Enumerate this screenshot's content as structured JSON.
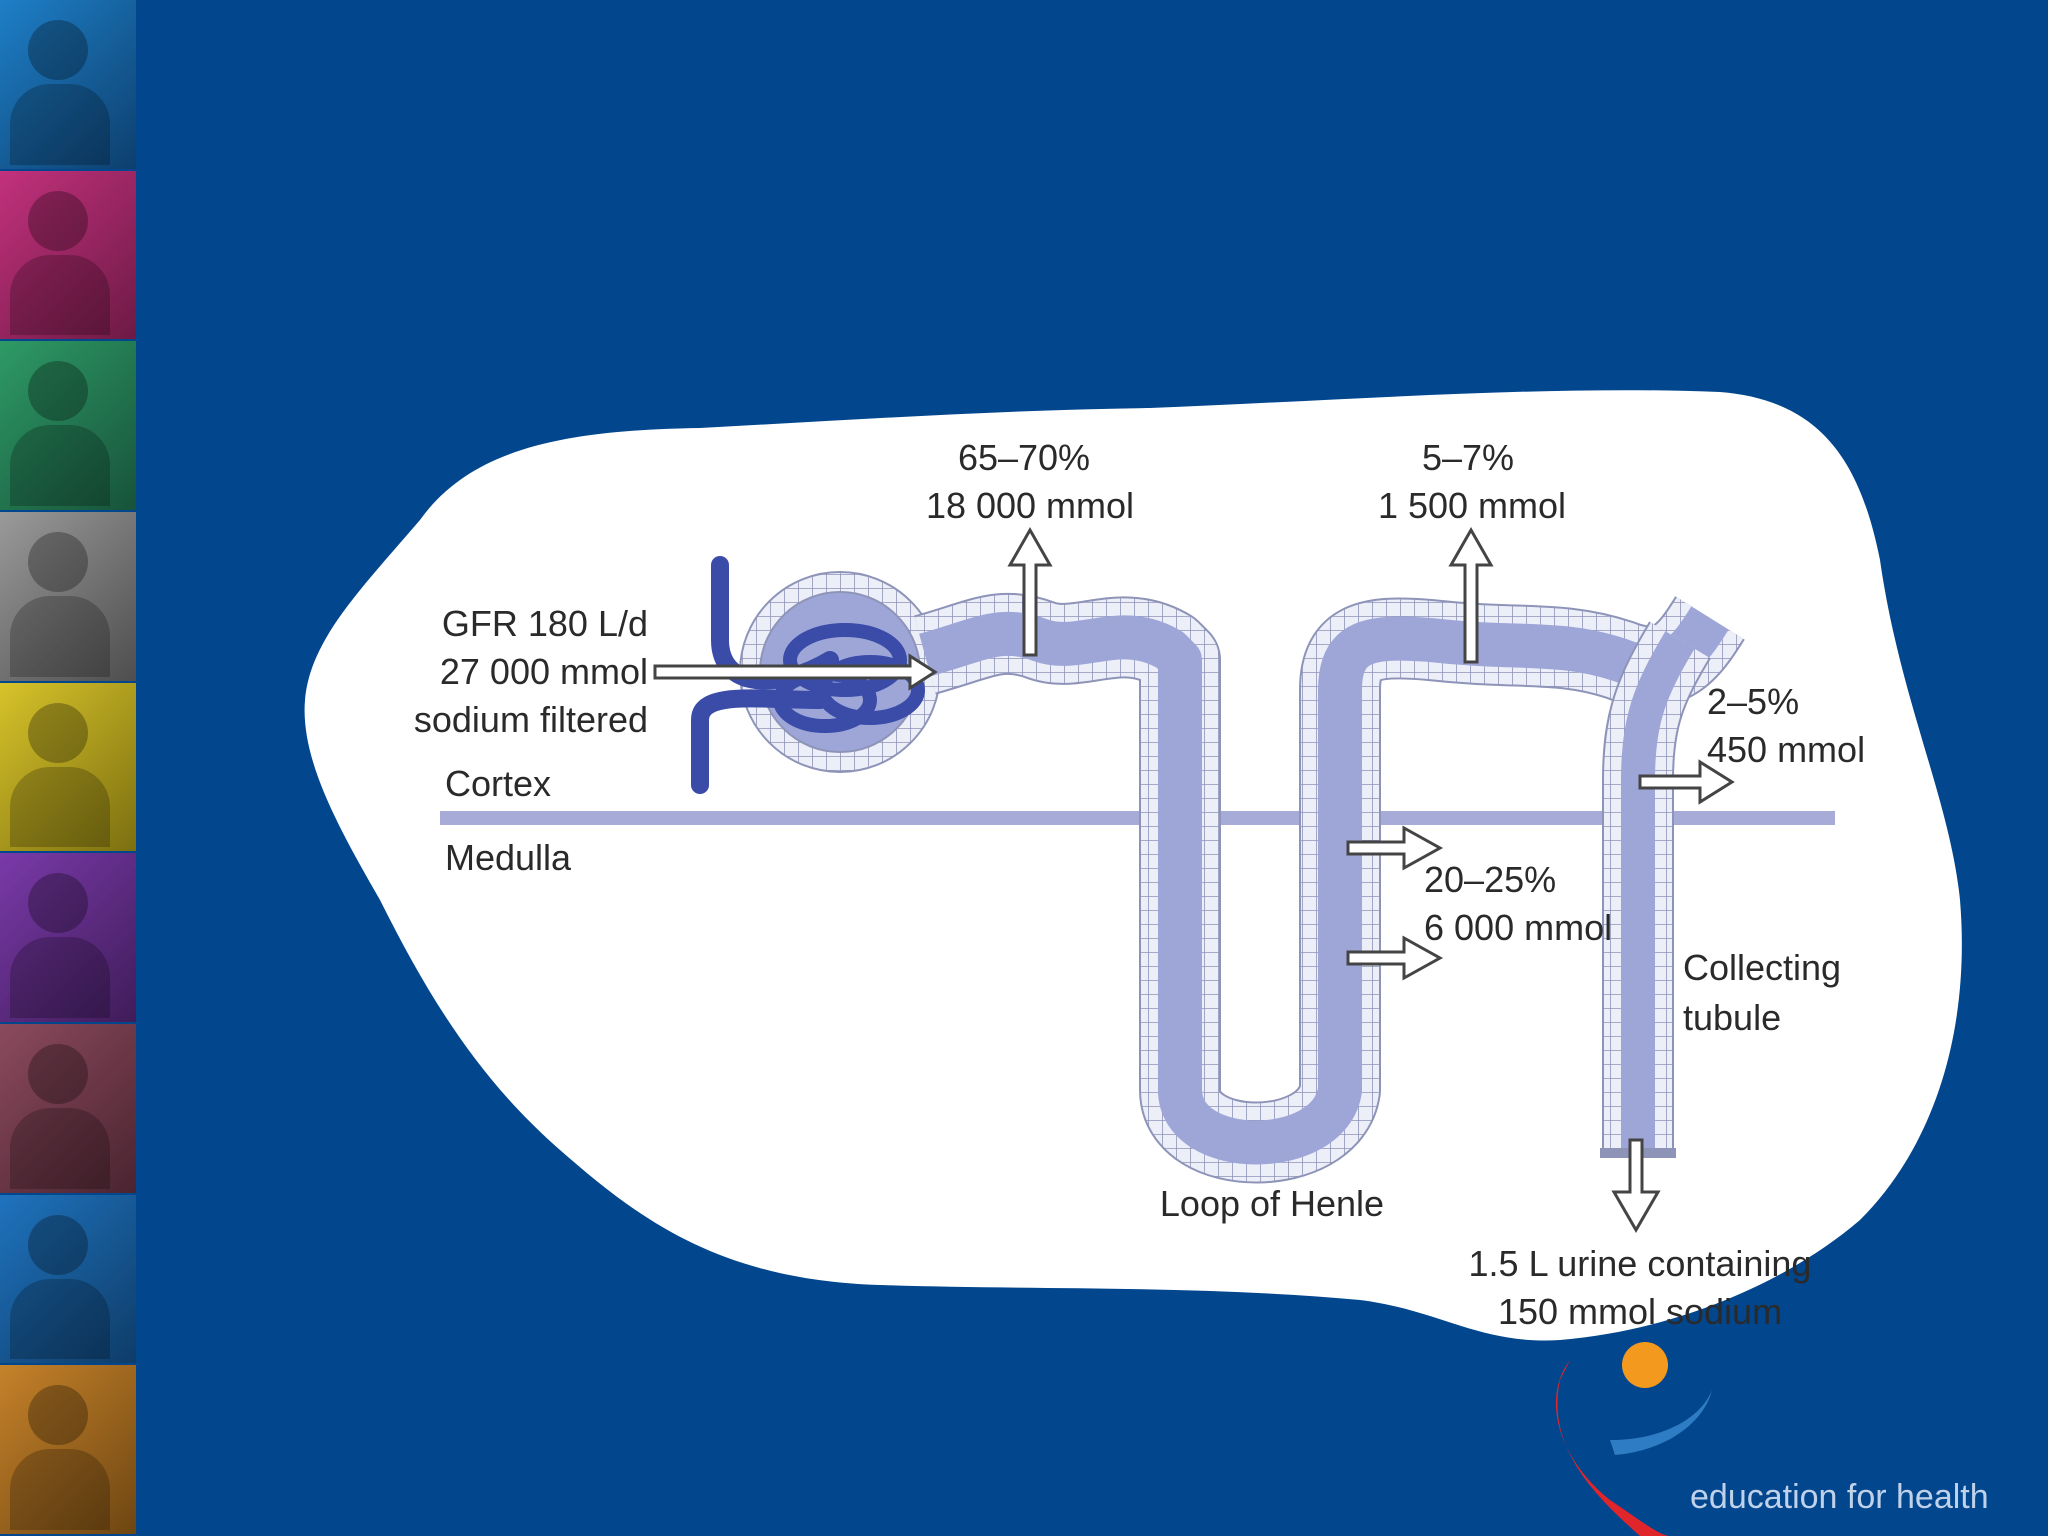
{
  "photo_strip": {
    "tiles": [
      {
        "color": "#1E7FC7",
        "accent": "#0d3f6e"
      },
      {
        "color": "#C2317D",
        "accent": "#6d1a45"
      },
      {
        "color": "#2E9A66",
        "accent": "#17533a"
      },
      {
        "color": "#9A9A9A",
        "accent": "#4e4e4e"
      },
      {
        "color": "#D7C32A",
        "accent": "#7c6f10"
      },
      {
        "color": "#7A3AA9",
        "accent": "#3f1c59"
      },
      {
        "color": "#8B4A5E",
        "accent": "#4a2430"
      },
      {
        "color": "#1F73BE",
        "accent": "#0e3c68"
      },
      {
        "color": "#C5822A",
        "accent": "#6e4612"
      }
    ]
  },
  "diagram": {
    "labels": {
      "gfr_line1": "GFR 180 L/d",
      "gfr_line2": "27 000 mmol",
      "gfr_line3": "sodium filtered",
      "cortex": "Cortex",
      "medulla": "Medulla",
      "proximal_pct": "65–70%",
      "proximal_amt": "18 000 mmol",
      "distal_pct": "5–7%",
      "distal_amt": "1 500 mmol",
      "collecting_pct": "2–5%",
      "collecting_amt": "450 mmol",
      "loop_pct": "20–25%",
      "loop_amt": "6 000 mmol",
      "collecting_line1": "Collecting",
      "collecting_line2": "tubule",
      "loop_name": "Loop of Henle",
      "urine_line1": "1.5 L urine containing",
      "urine_line2": "150 mmol sodium"
    },
    "colors": {
      "tubule_fill": "#9EA6D8",
      "tubule_wall": "#E8EAF6",
      "tubule_edge": "#8E94B8",
      "boundary_line": "#A7ABD8",
      "glomerulus": "#3A4BA8",
      "blob": "#FFFFFF"
    }
  },
  "footer": {
    "text": "education for health",
    "logo_colors": {
      "red": "#E0262B",
      "orange": "#F39A1E",
      "blue": "#2E7CC4"
    }
  }
}
